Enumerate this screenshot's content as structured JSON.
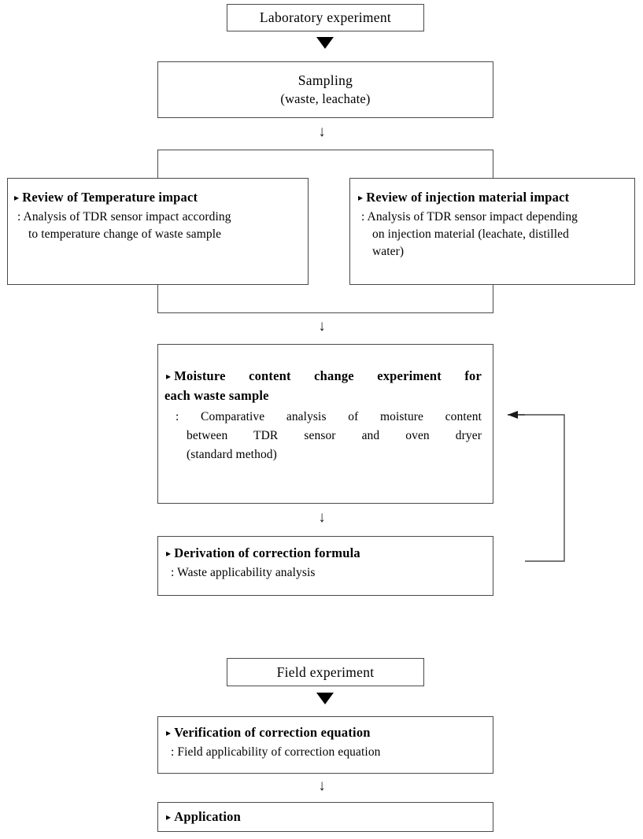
{
  "diagram": {
    "title": "Research flow diagram: TDR sensor moisture content correction",
    "nodes": {
      "lab_experiment": {
        "label": "Laboratory experiment"
      },
      "sampling": {
        "title": "Sampling",
        "subtitle": "(waste, leachate)"
      },
      "temperature_review": {
        "bullet": "▸",
        "header": "Review of Temperature impact",
        "desc_line1": ": Analysis of TDR sensor impact according",
        "desc_line2": "to temperature change of waste sample"
      },
      "injection_review": {
        "bullet": "▸",
        "header": "Review of injection material impact",
        "desc_line1": ": Analysis of TDR sensor impact depending",
        "desc_line2": "on injection material (leachate, distilled",
        "desc_line3": "water)"
      },
      "moisture_experiment": {
        "bullet": "▸",
        "header_line1": "Moisture content change experiment for",
        "header_line2": "each waste sample",
        "desc_line1": ": Comparative analysis of moisture content",
        "desc_line2": "between TDR sensor and oven dryer",
        "desc_line3": "(standard method)"
      },
      "correction_formula": {
        "bullet": "▸",
        "header": "Derivation of correction formula",
        "desc": ": Waste applicability analysis"
      },
      "field_experiment": {
        "label": "Field experiment"
      },
      "verification": {
        "bullet": "▸",
        "header": "Verification of correction equation",
        "desc": ": Field applicability of correction equation"
      },
      "application": {
        "bullet": "▸",
        "header": "Application"
      }
    },
    "connectors": {
      "lab_to_sampling": "▼",
      "sampling_to_reviews": "↓",
      "reviews_to_moisture": "↓",
      "moisture_to_formula": "↓",
      "formula_to_field": "▽",
      "field_to_verification": "▼",
      "verification_to_application": "↓",
      "feedback_loop_arrow": "←"
    },
    "colors": {
      "border": "#4a4a4a",
      "text": "#000000",
      "background": "#ffffff",
      "connector": "#1a1a1a"
    }
  }
}
